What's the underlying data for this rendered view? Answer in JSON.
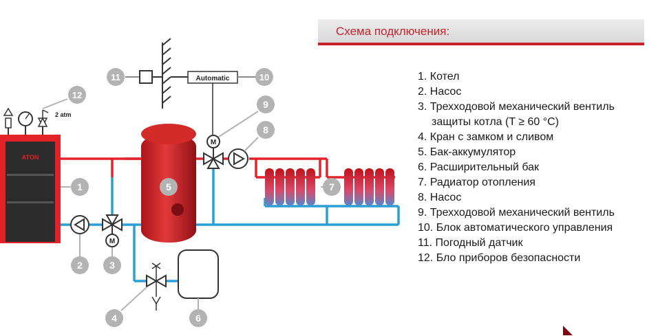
{
  "header": {
    "title": "Схема подключения:"
  },
  "diagram": {
    "automatic_label": "Automatic",
    "pressure_label": "2 atm",
    "boiler_brand": "ATON",
    "callouts": [
      "1",
      "2",
      "3",
      "4",
      "5",
      "6",
      "7",
      "8",
      "9",
      "10",
      "11",
      "12"
    ],
    "motor_label": "M"
  },
  "legend": {
    "items": [
      "1. Котел",
      "2. Насос",
      "3. Трехходовой механический вентиль",
      "защиты котла (T ≥ 60 °C)",
      "4. Кран с замком и сливом",
      "5. Бак-аккумулятор",
      "6. Расширительный бак",
      "7. Радиатор отопления",
      "8. Насос",
      "9. Трехходовой механический вентиль",
      "10. Блок автоматического управления",
      "11. Погодный датчик",
      "12. Бло приборов безопасности"
    ]
  },
  "colors": {
    "hot_pipe": "#e3232a",
    "cold_pipe": "#2a9fd6",
    "callout_gray": "#b3b3b3",
    "accent": "#c8202a"
  }
}
